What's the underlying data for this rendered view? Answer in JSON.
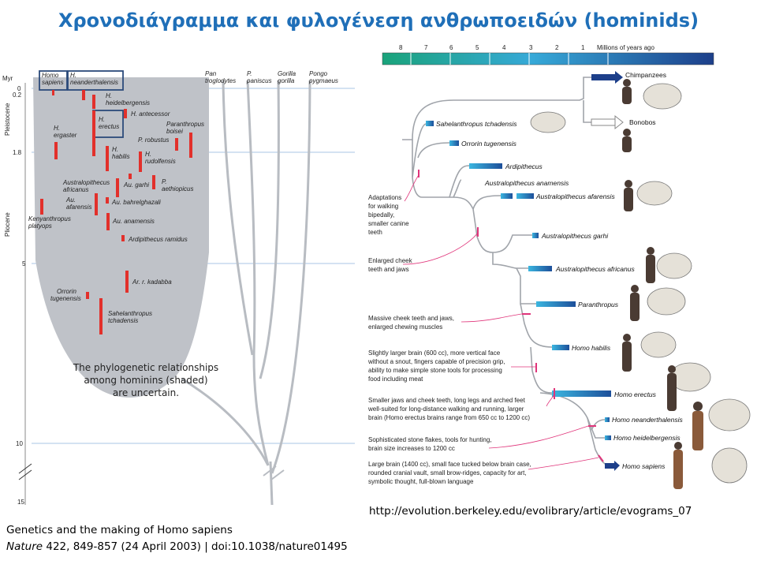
{
  "title": "Χρονοδιάγραμμα και φυλογένεση ανθρωποειδών (hominids)",
  "left_panel": {
    "axis_unit": "Myr",
    "ticks": [
      "0",
      "0.2",
      "1.8",
      "5",
      "10",
      "15"
    ],
    "epochs": [
      "Pleistocene",
      "Pliocene"
    ],
    "ape_lineages": [
      [
        "Pan",
        "troglodytes"
      ],
      [
        "P.",
        "paniscus"
      ],
      [
        "Gorilla",
        "gorilla"
      ],
      [
        "Pongo",
        "pygmaeus"
      ]
    ],
    "species_labels": [
      [
        "Homo",
        "sapiens"
      ],
      [
        "H.",
        "neanderthalensis"
      ],
      [
        "H.",
        "heidelbergensis"
      ],
      [
        "H. antecessor"
      ],
      [
        "H.",
        "erectus"
      ],
      [
        "H.",
        "ergaster"
      ],
      [
        "Paranthropus",
        "boisei"
      ],
      [
        "P. robustus"
      ],
      [
        "H.",
        "habilis"
      ],
      [
        "H.",
        "rudolfensis"
      ],
      [
        "Australopithecus",
        "africanus"
      ],
      [
        "Au. garhi"
      ],
      [
        "P.",
        "aethiopicus"
      ],
      [
        "Au.",
        "afarensis"
      ],
      [
        "Au. bahrelghazali"
      ],
      [
        "Kenyanthropus",
        "platyops"
      ],
      [
        "Au. anamensis"
      ],
      [
        "Ardipithecus ramidus"
      ],
      [
        "Ar. r. kadabba"
      ],
      [
        "Orrorin",
        "tugenensis"
      ],
      [
        "Sahelanthropus",
        "tchadensis"
      ]
    ],
    "note_lines": [
      "The phylogenetic relationships",
      "among hominins (shaded)",
      "are uncertain."
    ],
    "colors": {
      "shade": "#bfc2c8",
      "bar": "#e2302b",
      "highlight_box": "#2b4a7a",
      "grid": "#a9c6e4"
    }
  },
  "right_panel": {
    "scale_label": "Millions of years ago",
    "scale_ticks": [
      "8",
      "7",
      "6",
      "5",
      "4",
      "3",
      "2",
      "1"
    ],
    "taxa": [
      "Chimpanzees",
      "Bonobos",
      "Sahelanthropus tchadensis",
      "Orrorin tugenensis",
      "Ardipithecus",
      "Australopithecus anamensis",
      "Australopithecus afarensis",
      "Australopithecus garhi",
      "Australopithecus africanus",
      "Paranthropus",
      "Homo habilis",
      "Homo erectus",
      "Homo neanderthalensis",
      "Homo heidelbergensis",
      "Homo sapiens"
    ],
    "annotations": [
      [
        "Adaptations",
        "for walking",
        "bipedally,",
        "smaller canine",
        "teeth"
      ],
      [
        "Enlarged cheek",
        "teeth and jaws"
      ],
      [
        "Massive cheek teeth and jaws,",
        "enlarged chewing muscles"
      ],
      [
        "Slightly larger brain (600 cc), more vertical face",
        "without a snout, fingers capable of precision grip,",
        "ability to make simple stone tools for processing",
        "food including meat"
      ],
      [
        "Smaller jaws and cheek teeth, long legs and arched feet",
        "well-suited for long-distance walking and running, larger",
        "brain (Homo erectus brains range from 650 cc to 1200 cc)"
      ],
      [
        "Sophisticated stone flakes, tools for hunting,",
        "brain size increases to 1200 cc"
      ],
      [
        "Large brain (1400 cc), small face tucked below brain case,",
        "rounded cranial vault, small brow-ridges, capacity for art,",
        "symbolic thought, full-blown language"
      ]
    ],
    "colors": {
      "scale_start": "#1aa37a",
      "scale_end": "#1d3f8a",
      "bar": "#1f63b4",
      "marker": "#e0347a"
    }
  },
  "source_url": "http://evolution.berkeley.edu/evolibrary/article/evograms_07",
  "citation": {
    "line1": "Genetics and the making of Homo sapiens",
    "journal": "Nature",
    "rest": " 422, 849-857 (24 April 2003) | doi:10.1038/nature01495"
  }
}
